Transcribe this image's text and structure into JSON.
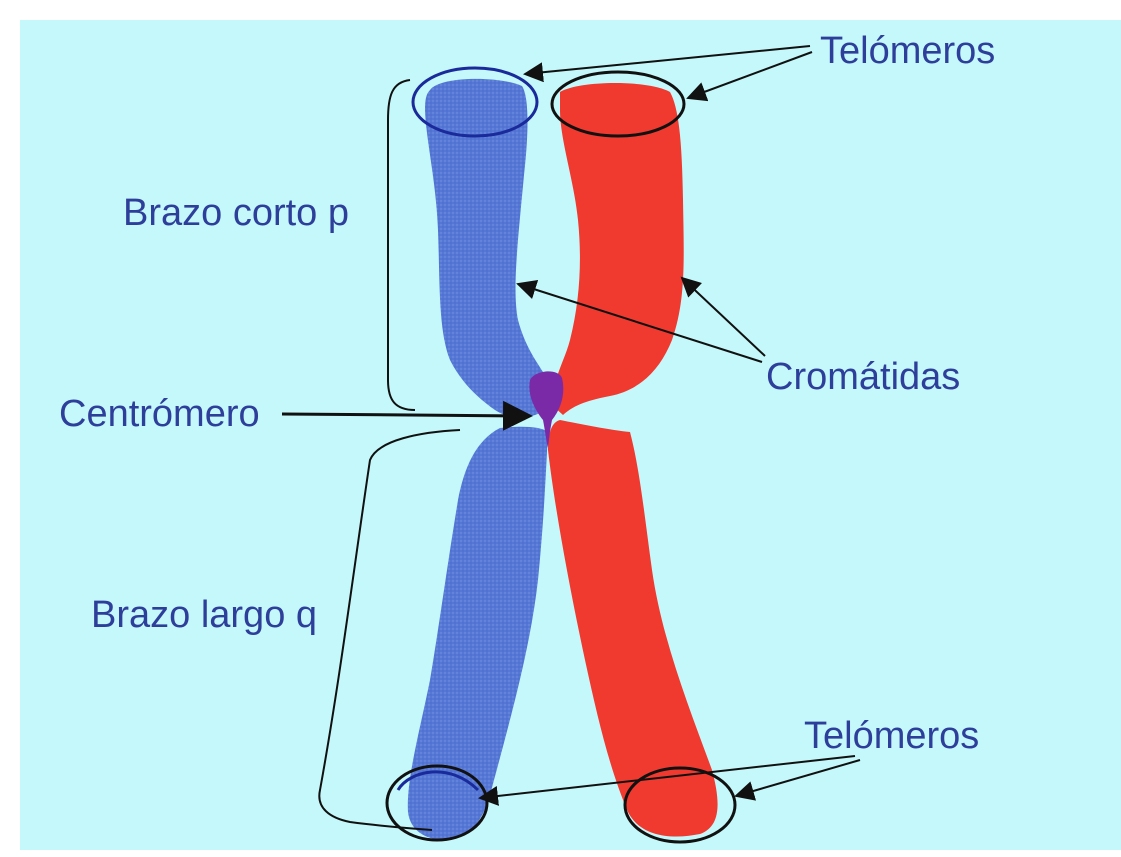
{
  "labels": {
    "telomeres_top": "Telómeros",
    "short_arm": "Brazo corto p",
    "centromere": "Centrómero",
    "chromatids": "Cromátidas",
    "long_arm": "Brazo largo q",
    "telomeres_bottom": "Telómeros"
  },
  "colors": {
    "background": "#c4f8fa",
    "chromatid_left": "#5577d6",
    "chromatid_right": "#f0392f",
    "centromere": "#7a2aa6",
    "label_text": "#2e3f9b",
    "lines": "#111111",
    "telomere_ring_left": "#1a2a9a"
  }
}
